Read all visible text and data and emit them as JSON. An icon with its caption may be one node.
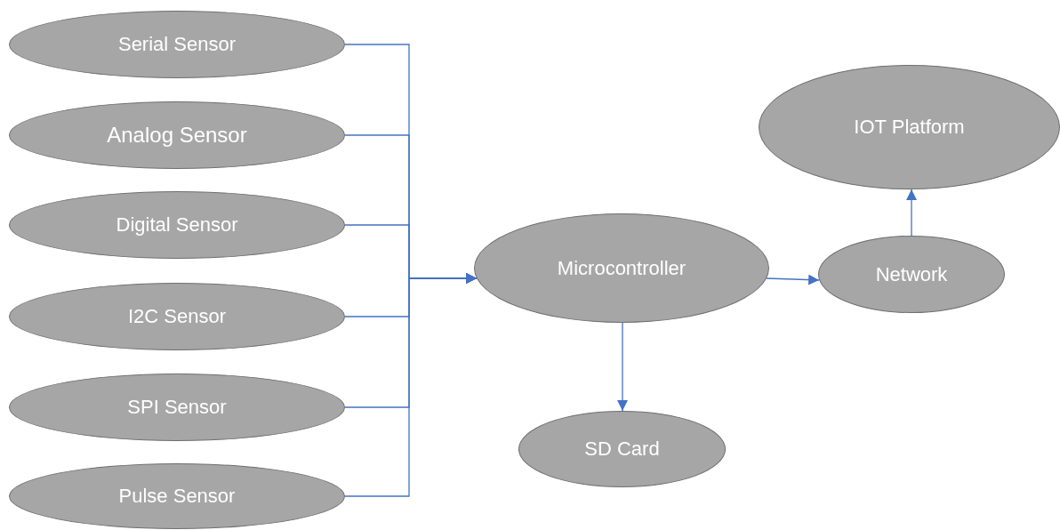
{
  "diagram": {
    "nodes": [
      {
        "text": [
          "Serial Sensor"
        ]
      },
      {
        "text": [
          "Analog Sensor"
        ]
      },
      {
        "text": [
          "Digital Sensor"
        ]
      },
      {
        "text": [
          "I2C Sensor"
        ]
      },
      {
        "text": [
          "SPI Sensor"
        ]
      },
      {
        "text": [
          "Pulse Sensor"
        ]
      },
      {
        "text": [
          "Microcontroller"
        ]
      },
      {
        "text": [
          "Network"
        ]
      },
      {
        "text": [
          "IOT Platform"
        ]
      },
      {
        "text": [
          "SD Card"
        ]
      }
    ],
    "edges": [
      {
        "from": 0,
        "to": 6,
        "arrow": "to"
      },
      {
        "from": 1,
        "to": 6,
        "arrow": "to"
      },
      {
        "from": 2,
        "to": 6,
        "arrow": "to"
      },
      {
        "from": 3,
        "to": 6,
        "arrow": "to"
      },
      {
        "from": 4,
        "to": 6,
        "arrow": "to"
      },
      {
        "from": 5,
        "to": 6,
        "arrow": "to"
      },
      {
        "from": 6,
        "to": 7,
        "arrow": "to"
      },
      {
        "from": 7,
        "to": 8,
        "arrow": "to"
      },
      {
        "from": 6,
        "to": 9,
        "arrow": "to"
      }
    ]
  }
}
